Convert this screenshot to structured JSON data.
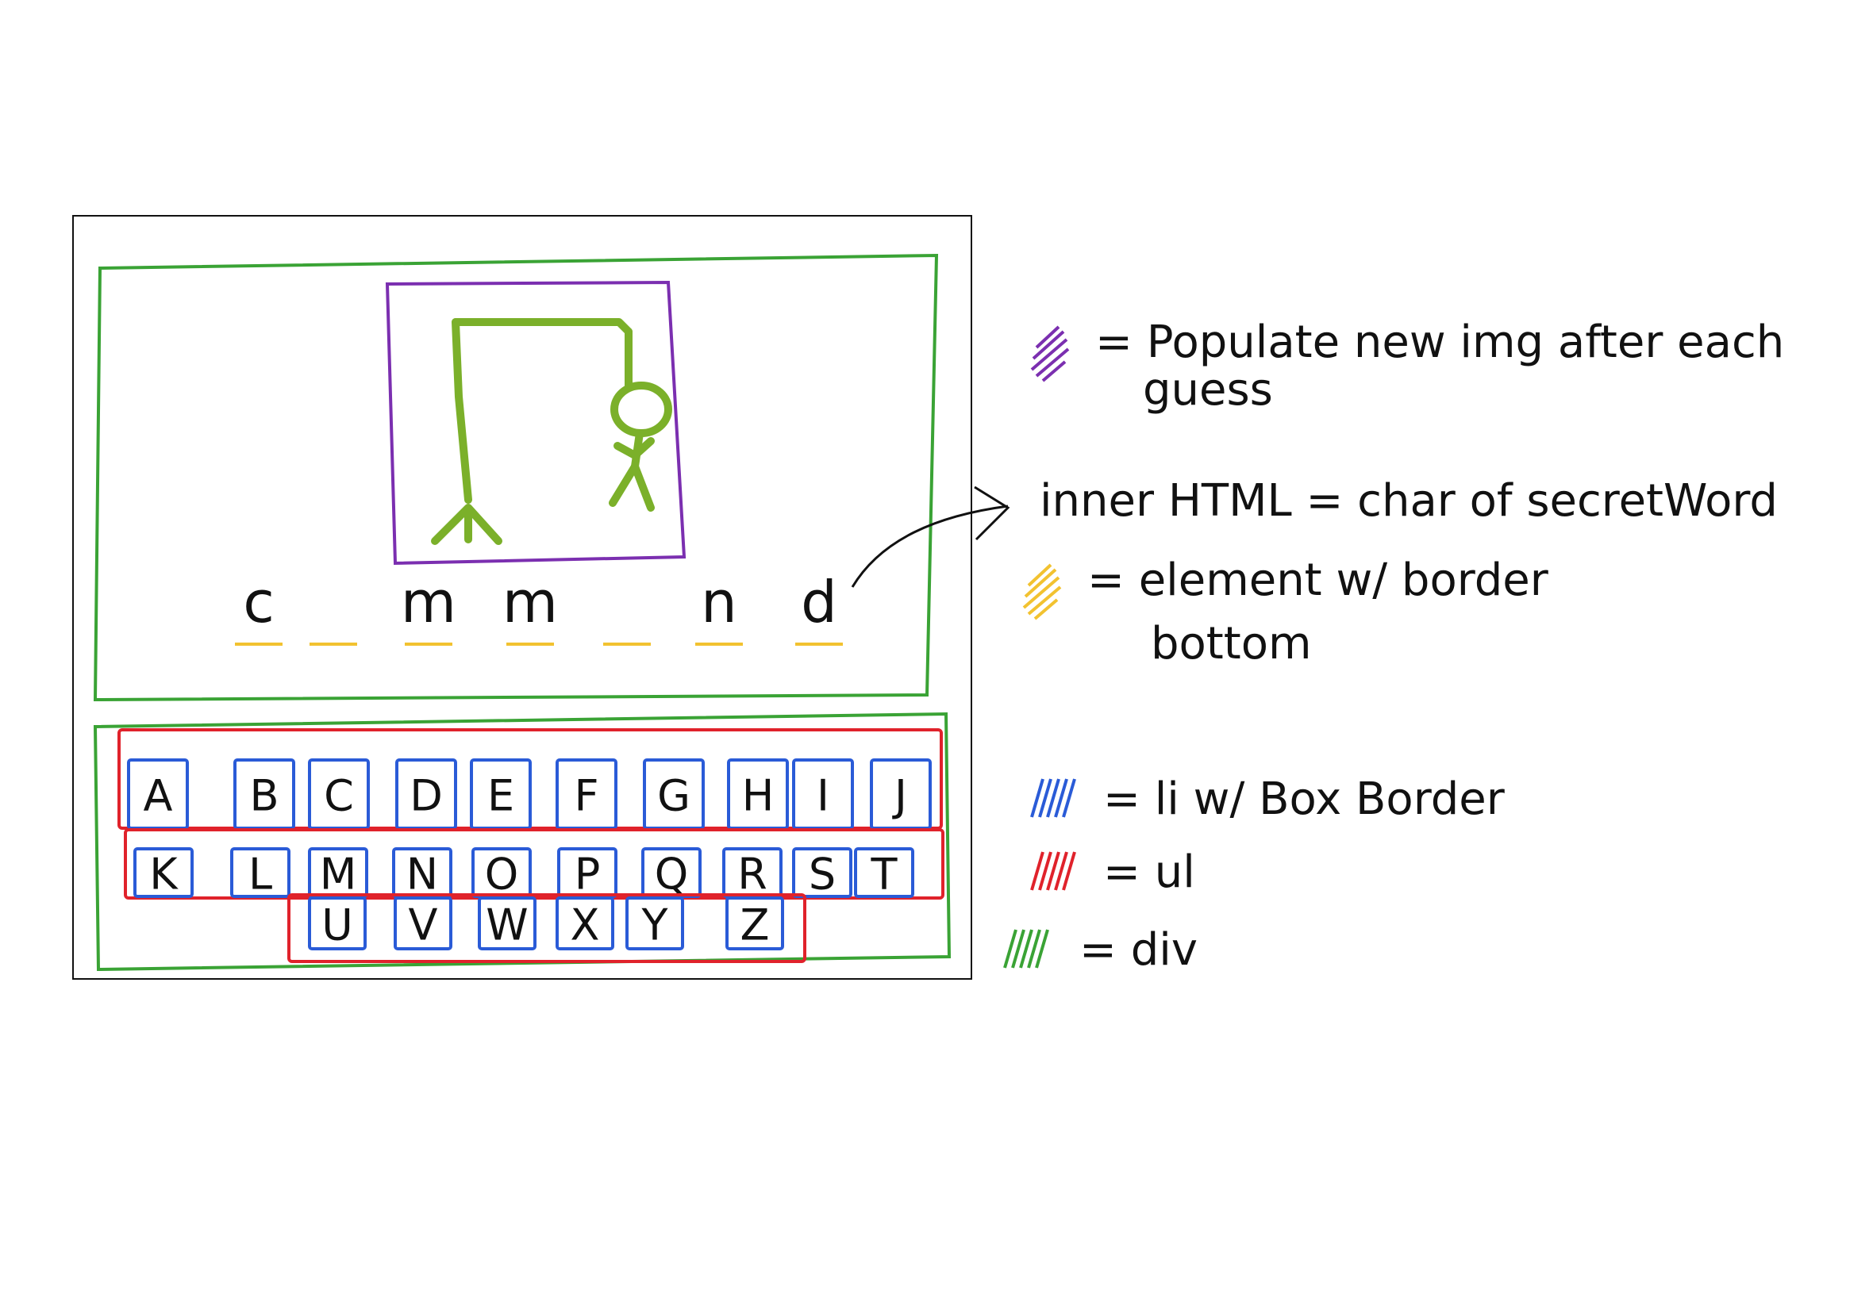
{
  "colors": {
    "div": "#3aa335",
    "ul": "#e0222b",
    "li": "#2a5bd7",
    "img": "#7b2fb0",
    "underline": "#f2c230",
    "hangman": "#7bb02a",
    "ink": "#111111"
  },
  "secret_word": {
    "slots": [
      "c",
      "",
      "m",
      "m",
      "",
      "n",
      "d"
    ]
  },
  "keyboard": {
    "rows": [
      [
        "A",
        "B",
        "C",
        "D",
        "E",
        "F",
        "G",
        "H",
        "I",
        "J"
      ],
      [
        "K",
        "L",
        "M",
        "N",
        "O",
        "P",
        "Q",
        "R",
        "S",
        "T"
      ],
      [
        "U",
        "V",
        "W",
        "X",
        "Y",
        "Z"
      ]
    ]
  },
  "annotations": {
    "img_note_line1": "= Populate new img after each",
    "img_note_line2": "guess",
    "inner_html_note": "inner HTML = char of secretWord",
    "border_note_line1": "= element w/ border",
    "border_note_line2": "bottom"
  },
  "legend": [
    {
      "swatch": "li",
      "icon": "blue-scribble-icon",
      "label": "= li w/ Box Border"
    },
    {
      "swatch": "ul",
      "icon": "red-scribble-icon",
      "label": "= ul"
    },
    {
      "swatch": "div",
      "icon": "green-scribble-icon",
      "label": "= div"
    }
  ]
}
